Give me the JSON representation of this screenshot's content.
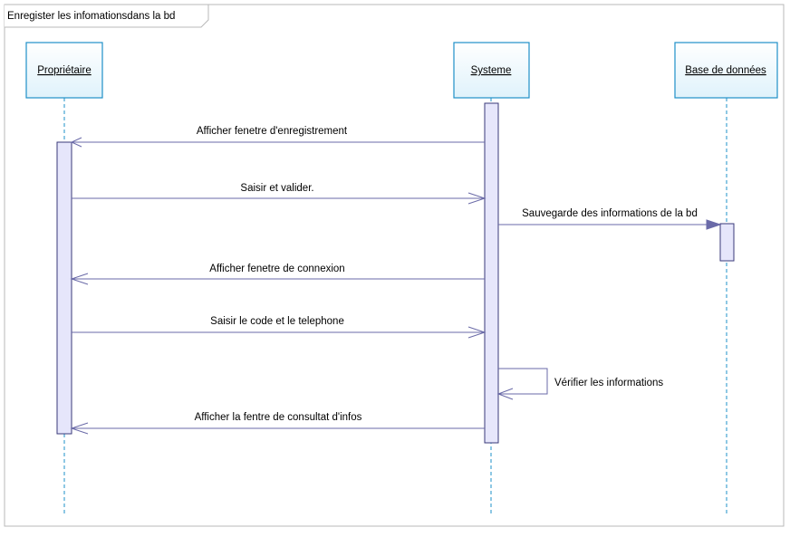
{
  "frame": {
    "title": "Enregister les infomationsdans la bd"
  },
  "lifelines": [
    {
      "id": "proprietaire",
      "name": "Propriétaire"
    },
    {
      "id": "systeme",
      "name": "Systeme"
    },
    {
      "id": "base",
      "name": "Base de données"
    }
  ],
  "messages": [
    {
      "from": "systeme",
      "to": "proprietaire",
      "label": "Afficher  fenetre d'enregistrement",
      "kind": "sync"
    },
    {
      "from": "proprietaire",
      "to": "systeme",
      "label": "Saisir et valider.",
      "kind": "async"
    },
    {
      "from": "systeme",
      "to": "base",
      "label": "Sauvegarde des informations de la bd",
      "kind": "sync"
    },
    {
      "from": "systeme",
      "to": "proprietaire",
      "label": "Afficher fenetre de connexion",
      "kind": "async"
    },
    {
      "from": "proprietaire",
      "to": "systeme",
      "label": "Saisir le code et le telephone",
      "kind": "async"
    },
    {
      "from": "systeme",
      "to": "systeme",
      "label": "Vérifier les informations",
      "kind": "self"
    },
    {
      "from": "systeme",
      "to": "proprietaire",
      "label": "Afficher la fentre de consultat d'infos",
      "kind": "async"
    }
  ],
  "colors": {
    "line": "#6a6aa8",
    "box_border": "#1e90c8",
    "box_fill_top": "#ffffff",
    "box_fill_bottom": "#e0f3fb",
    "activation_fill": "#e6e6fb",
    "activation_border": "#3a3a7a",
    "lifeline_dash": "#1e90c8",
    "frame_border": "#b8b8b8"
  }
}
